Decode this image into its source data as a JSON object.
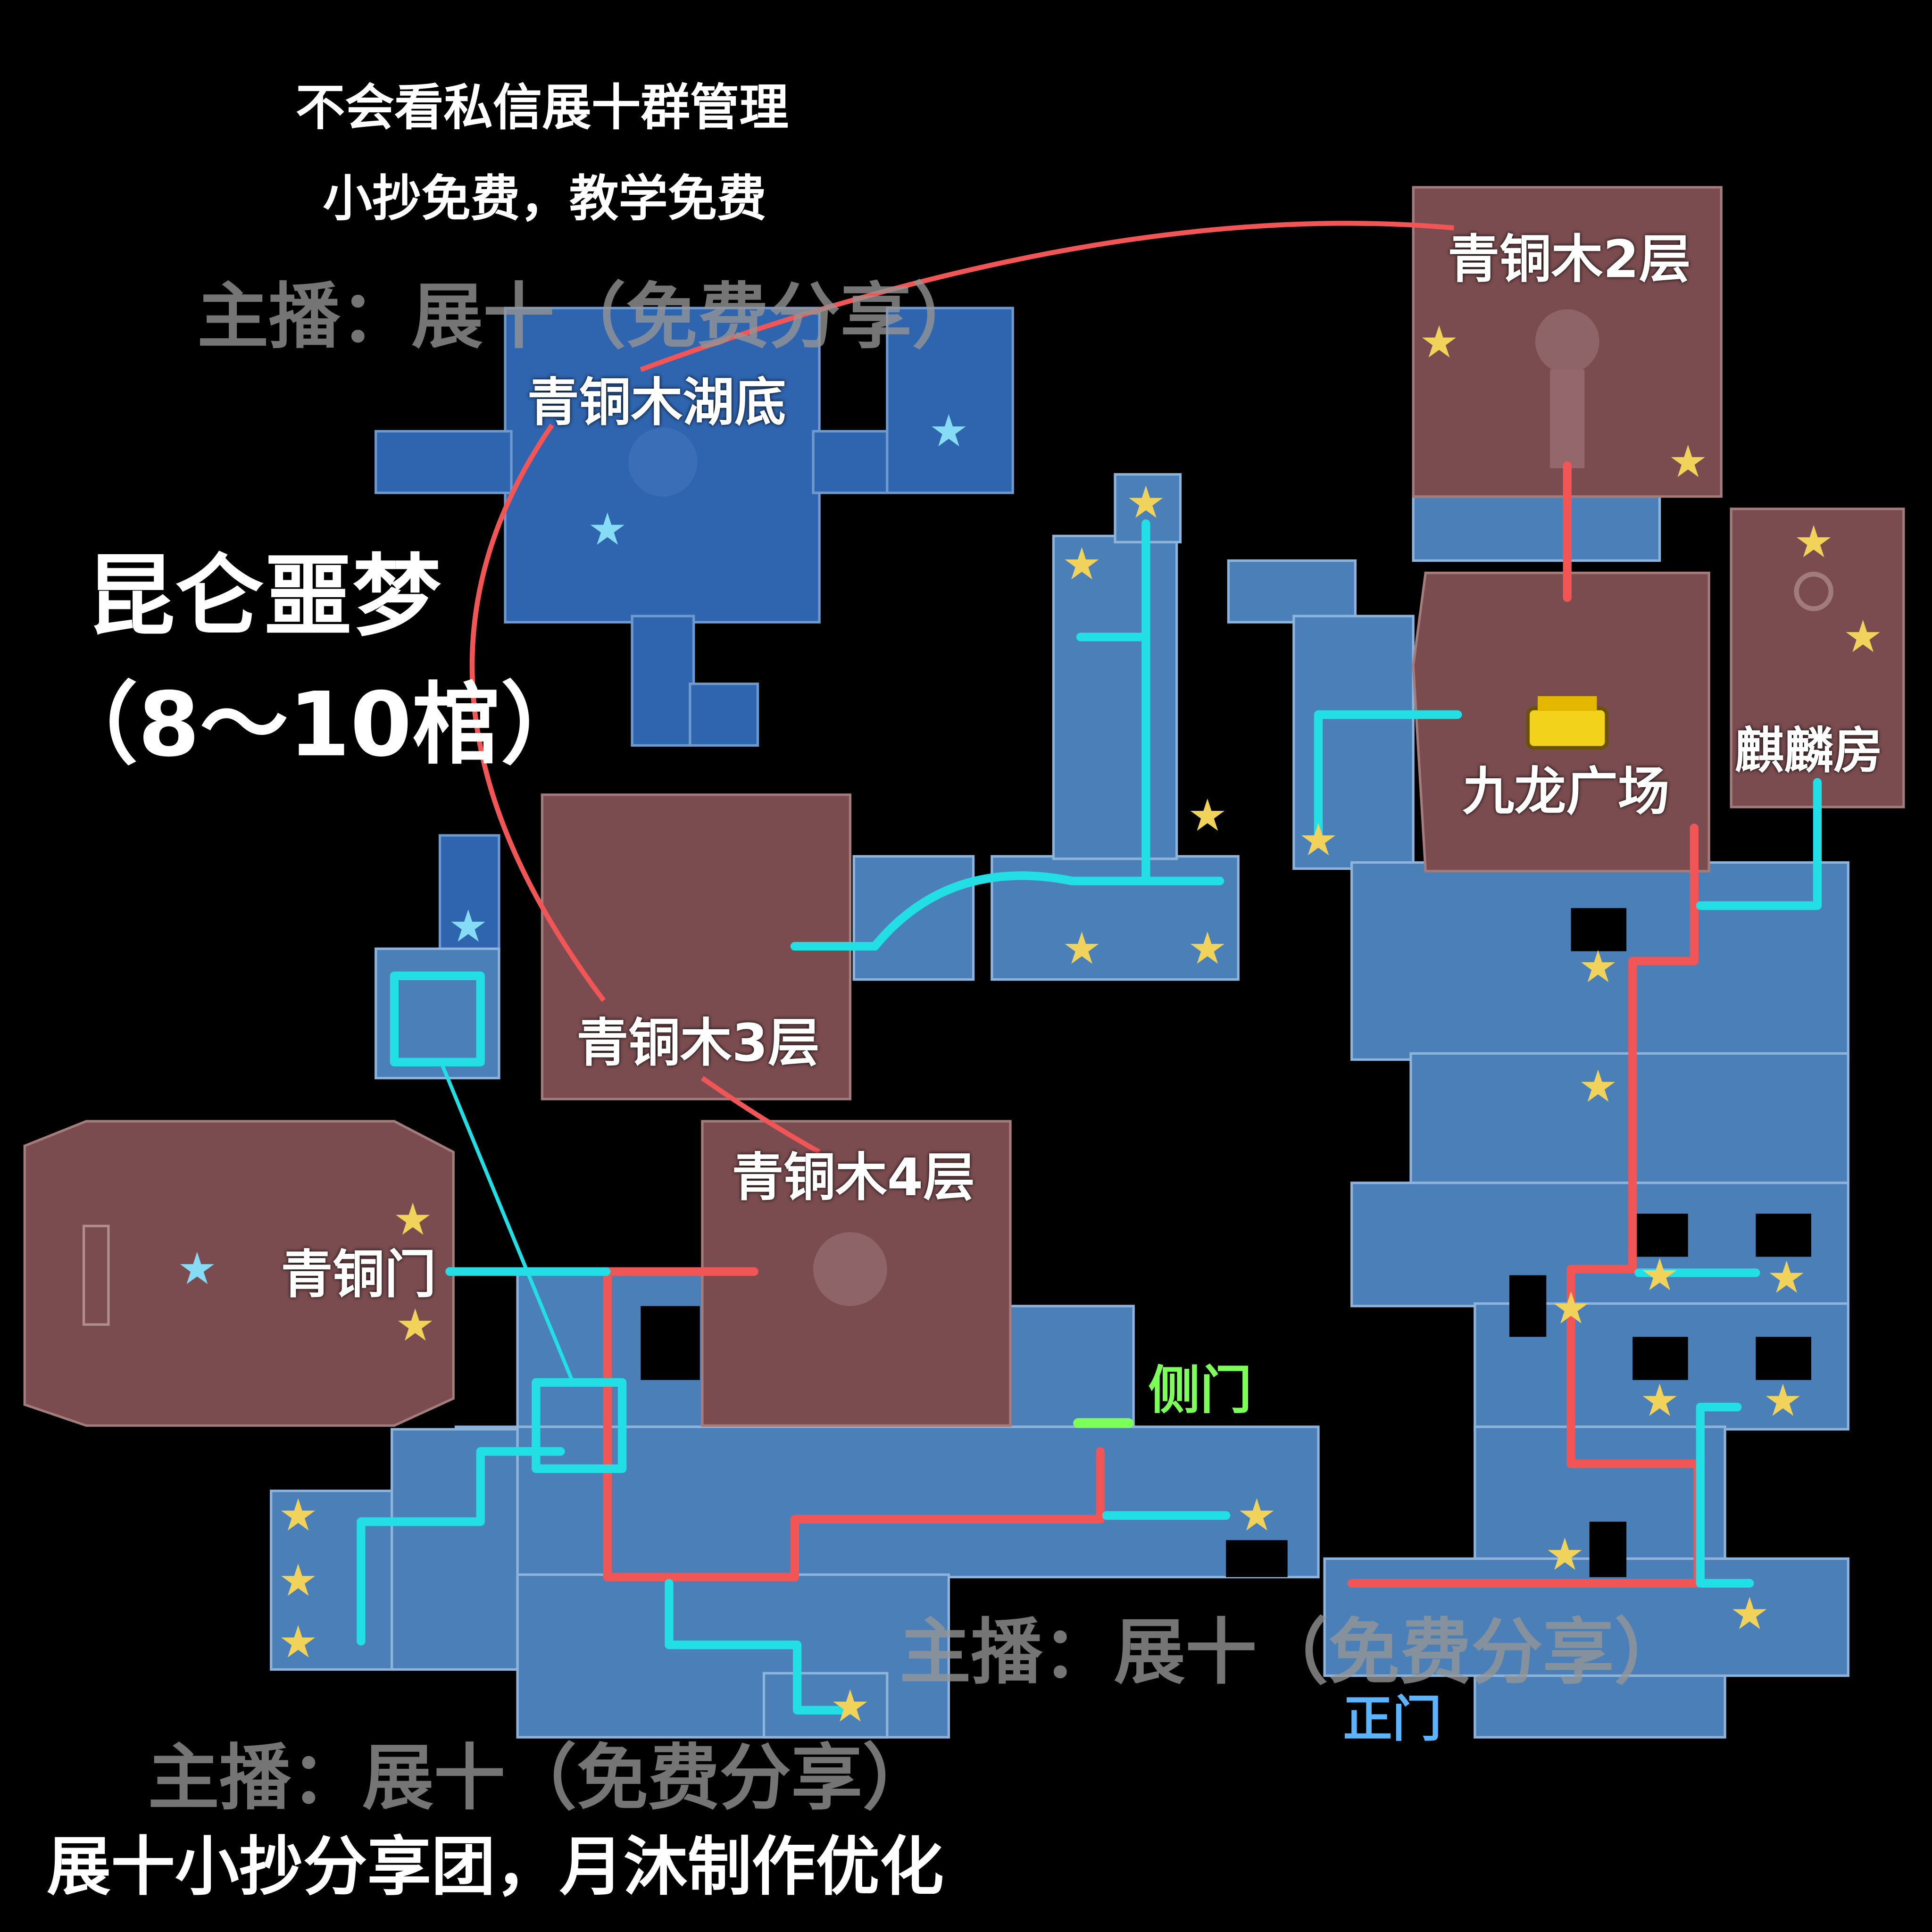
{
  "header": {
    "line1": "不会看私信展十群管理",
    "line2": "小抄免费，教学免费"
  },
  "watermark": "主播：展十（免费分享）",
  "title": {
    "name": "昆仑噩梦",
    "subtitle": "（8～10棺）"
  },
  "rooms": {
    "lake_bottom": "青铜木湖底",
    "floor2": "青铜木2层",
    "nine_dragon_square": "九龙广场",
    "qilin_room": "麒麟房",
    "floor3": "青铜木3层",
    "floor4": "青铜木4层",
    "bronze_gate": "青铜门",
    "side_gate": "侧门",
    "main_gate": "正门"
  },
  "footer": "展十小抄分享团，月沐制作优化",
  "colors": {
    "route_red": "#f25555",
    "route_cyan": "#22dfe6",
    "side_gate_green": "#7dff5a",
    "main_gate_blue": "#5ab4ff",
    "star": "#f1d35c"
  }
}
